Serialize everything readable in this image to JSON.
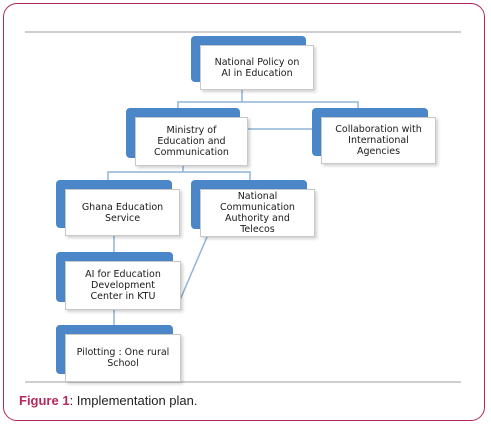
{
  "diagram": {
    "nodes": {
      "policy": "National Policy on\nAI in Education",
      "ministry": "Ministry of\nEducation and\nCommunication",
      "collaboration": "Collaboration with\nInternational\nAgencies",
      "ges": "Ghana Education\nService",
      "nca": "National\nCommunication\nAuthority and\nTelecos",
      "aiedc": "AI for Education\nDevelopment\nCenter in KTU",
      "pilot": "Pilotting : One rural\nSchool"
    }
  },
  "caption": {
    "label": "Figure 1",
    "text": ": Implementation plan."
  },
  "colors": {
    "frame_border": "#b3285e",
    "node_accent": "#4a86c8",
    "connector": "#8fb4d9",
    "caption_label": "#b3285e"
  }
}
